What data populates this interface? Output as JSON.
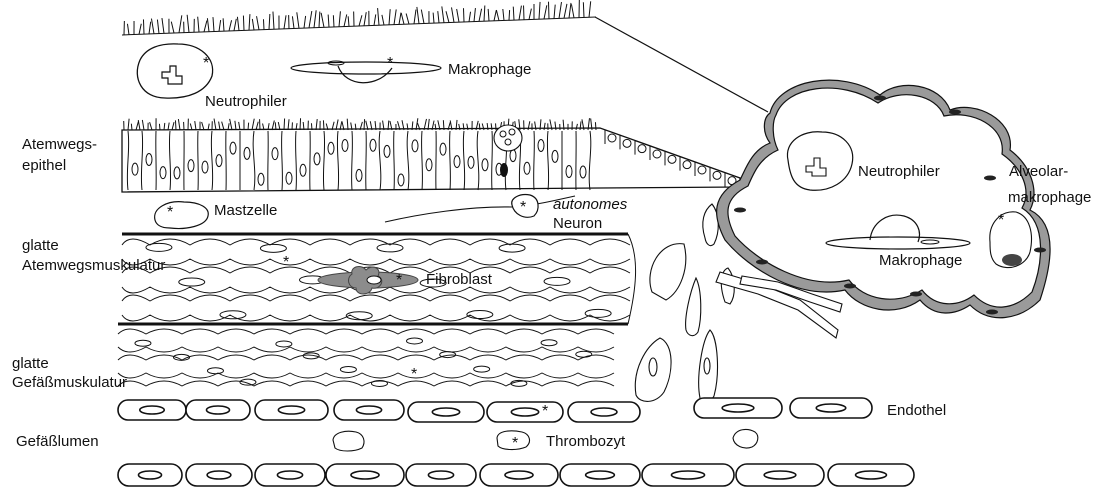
{
  "labels": {
    "macrophage_top": "Makrophage",
    "neutrophil_top": "Neutrophiler",
    "airway_epithelium": [
      "Atemwegs-",
      "epithel"
    ],
    "mast_cell": "Mastzelle",
    "autonomic_neuron": [
      "autonomes",
      "Neuron"
    ],
    "airway_smooth_muscle": [
      "glatte",
      "Atemwegsmuskulatur"
    ],
    "fibroblast": "Fibroblast",
    "vascular_smooth_muscle": [
      "glatte",
      "Gefäßmuskulatur"
    ],
    "endothelium": "Endothel",
    "vessel_lumen": "Gefäßlumen",
    "platelet": "Thrombozyt",
    "neutrophil_alveolus": "Neutrophiler",
    "alveolar_macrophage": [
      "Alveolar-",
      "makrophage"
    ],
    "macrophage_alveolus": "Makrophage"
  },
  "asterisk": "*",
  "colors": {
    "line": "#111111",
    "fill_gray": "#8c8c8c",
    "dark_gray": "#444444"
  }
}
